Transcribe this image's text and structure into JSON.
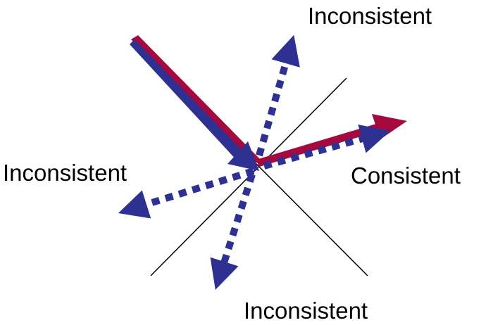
{
  "labels": {
    "top": "Inconsistent",
    "left": "Inconsistent",
    "right": "Consistent",
    "bottom": "Inconsistent"
  },
  "colors": {
    "incoming_red": "#a6093d",
    "incoming_blue": "#2e3192",
    "reflected_red": "#a6093d",
    "dotted_blue": "#2e3192",
    "axis_lines": "#000000",
    "label_text": "#000000"
  }
}
